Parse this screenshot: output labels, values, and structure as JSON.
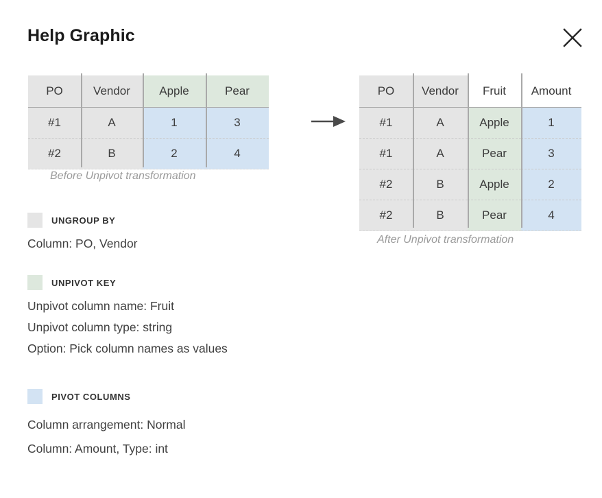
{
  "header": {
    "title": "Help Graphic",
    "close_icon": "close-icon"
  },
  "flow": {
    "arrow_icon": "arrow-right-icon"
  },
  "before_table": {
    "caption": "Before Unpivot transformation",
    "columns": [
      {
        "label": "PO",
        "fill": "gray"
      },
      {
        "label": "Vendor",
        "fill": "gray"
      },
      {
        "label": "Apple",
        "fill": "green"
      },
      {
        "label": "Pear",
        "fill": "green"
      }
    ],
    "rows": [
      [
        "#1",
        "A",
        "1",
        "3"
      ],
      [
        "#2",
        "B",
        "2",
        "4"
      ]
    ],
    "body_fills": [
      "gray",
      "gray",
      "blue",
      "blue"
    ]
  },
  "after_table": {
    "caption": "After Unpivot transformation",
    "columns": [
      {
        "label": "PO",
        "fill": "gray"
      },
      {
        "label": "Vendor",
        "fill": "gray"
      },
      {
        "label": "Fruit",
        "fill": "white"
      },
      {
        "label": "Amount",
        "fill": "white"
      }
    ],
    "rows": [
      [
        "#1",
        "A",
        "Apple",
        "1"
      ],
      [
        "#1",
        "A",
        "Pear",
        "3"
      ],
      [
        "#2",
        "B",
        "Apple",
        "2"
      ],
      [
        "#2",
        "B",
        "Pear",
        "4"
      ]
    ],
    "body_fills": [
      "gray",
      "gray",
      "green",
      "blue"
    ]
  },
  "legend": [
    {
      "swatch_color": "#e5e5e5",
      "title": "UNGROUP BY",
      "lines": [
        "Column: PO, Vendor"
      ]
    },
    {
      "swatch_color": "#dde8dd",
      "title": "UNPIVOT KEY",
      "lines": [
        "Unpivot column name: Fruit",
        "Unpivot column type: string",
        "Option: Pick column names as values"
      ]
    },
    {
      "swatch_color": "#d3e3f3",
      "title": "PIVOT COLUMNS",
      "lines": [
        "Column arrangement: Normal",
        "Column: Amount, Type: int"
      ]
    }
  ],
  "colors": {
    "gray": "#e5e5e5",
    "green": "#dde8dd",
    "blue": "#d3e3f3",
    "white": "#ffffff",
    "separator": "#a9a9a9",
    "dashed": "#c9c9c9",
    "caption_text": "#9a9a9a",
    "title_text": "#1b1b1b"
  }
}
